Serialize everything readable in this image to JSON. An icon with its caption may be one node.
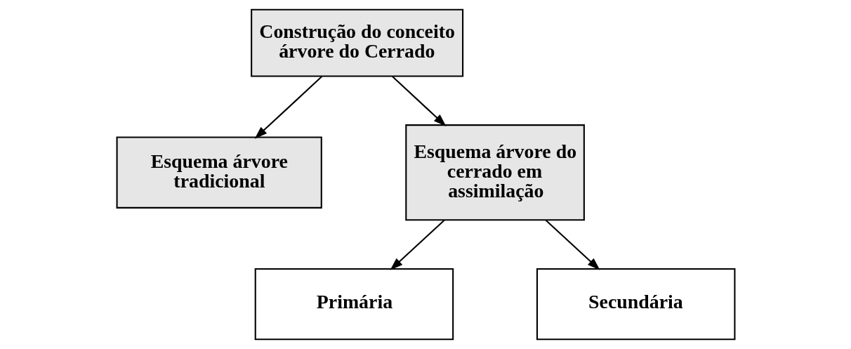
{
  "diagram": {
    "nodes": [
      {
        "text": [
          "Construção do conceito árvore do Cerrado"
        ]
      },
      {
        "text": [
          "Esquema árvore tradicional"
        ]
      },
      {
        "text": [
          "Esquema árvore do cerrado em assimilação"
        ]
      },
      {
        "text": [
          "Primária"
        ]
      },
      {
        "text": [
          "Secundária"
        ]
      }
    ],
    "edges": [
      {
        "from": 0,
        "to": 1,
        "arrow": "to"
      },
      {
        "from": 0,
        "to": 2,
        "arrow": "to"
      },
      {
        "from": 2,
        "to": 3,
        "arrow": "to"
      },
      {
        "from": 2,
        "to": 4,
        "arrow": "to"
      }
    ]
  }
}
